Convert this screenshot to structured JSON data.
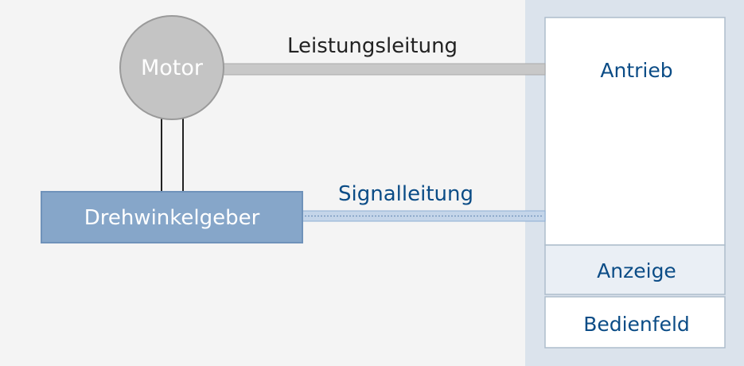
{
  "nodes": {
    "motor": "Motor",
    "encoder": "Drehwinkelgeber",
    "drive": "Antrieb",
    "display": "Anzeige",
    "control_panel": "Bedienfeld"
  },
  "connections": {
    "power_line": "Leistungsleitung",
    "signal_line": "Signalleitung"
  },
  "colors": {
    "background": "#f4f4f4",
    "panel_background": "#dbe3ec",
    "motor_fill": "#c4c4c4",
    "motor_stroke": "#9a9a9a",
    "encoder_fill": "#86a6c9",
    "encoder_stroke": "#6f92ba",
    "box_border": "#aebdcc",
    "blue_text": "#0b4c86",
    "dark_text": "#222222",
    "power_line": "#c8c8c8",
    "signal_line": "#9fbad8"
  }
}
